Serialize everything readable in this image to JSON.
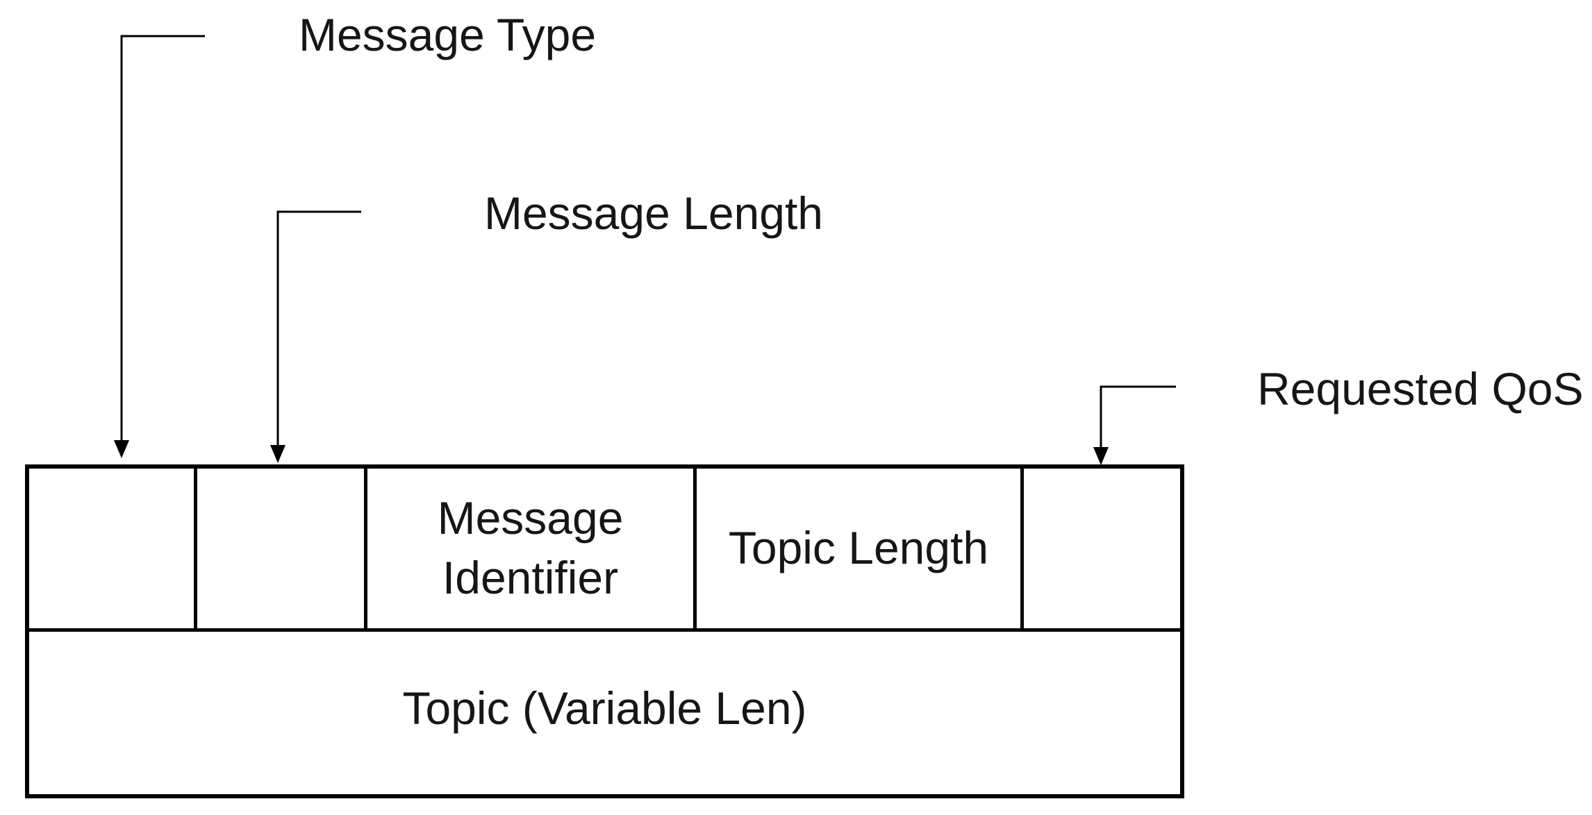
{
  "diagram": {
    "callouts": [
      {
        "id": "message-type",
        "label": "Message Type"
      },
      {
        "id": "message-length",
        "label": "Message Length"
      },
      {
        "id": "requested-qos",
        "label": "Requested QoS"
      }
    ],
    "packet": {
      "row1_cells": [
        {
          "id": "message-type-field",
          "label": ""
        },
        {
          "id": "message-length-field",
          "label": ""
        },
        {
          "id": "message-identifier-field",
          "label": "Message Identifier"
        },
        {
          "id": "topic-length-field",
          "label": "Topic Length"
        },
        {
          "id": "requested-qos-field",
          "label": ""
        }
      ],
      "row2": {
        "id": "topic-field",
        "label": "Topic (Variable Len)"
      }
    },
    "colors": {
      "line": "#000000",
      "text": "#161616",
      "background": "#ffffff"
    }
  }
}
